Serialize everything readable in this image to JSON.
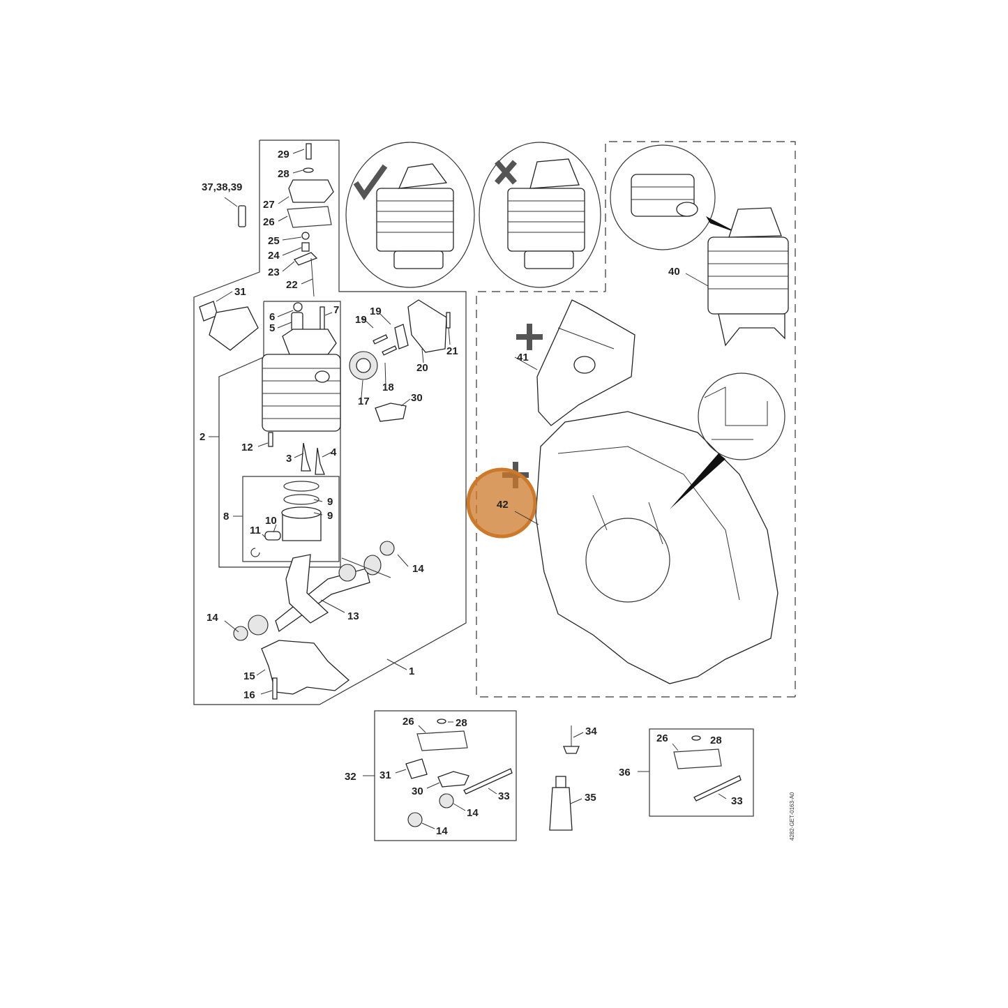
{
  "diagram_code": "4282-GET-0163-A0",
  "highlight": {
    "color": "#cc7a2a",
    "label": "42"
  },
  "labels": {
    "l1": "1",
    "l2": "2",
    "l3": "3",
    "l4": "4",
    "l5": "5",
    "l6": "6",
    "l7": "7",
    "l8": "8",
    "l9a": "9",
    "l9b": "9",
    "l10": "10",
    "l11": "11",
    "l12": "12",
    "l13": "13",
    "l14a": "14",
    "l14b": "14",
    "l15": "15",
    "l16": "16",
    "l17": "17",
    "l18": "18",
    "l19a": "19",
    "l19b": "19",
    "l20": "20",
    "l21": "21",
    "l22": "22",
    "l23": "23",
    "l24": "24",
    "l25": "25",
    "l26": "26",
    "l27": "27",
    "l28": "28",
    "l29": "29",
    "l30": "30",
    "l31": "31",
    "l37": "37,38,39",
    "l40": "40",
    "l41": "41",
    "k32": "32",
    "k26a": "26",
    "k28a": "28",
    "k31": "31",
    "k30": "30",
    "k33a": "33",
    "k14a": "14",
    "k14b": "14",
    "k34": "34",
    "k35": "35",
    "k36": "36",
    "k26b": "26",
    "k28b": "28",
    "k33b": "33"
  },
  "icons": {
    "check": "checkmark-icon",
    "cross": "cross-icon",
    "plus": "plus-icon"
  }
}
